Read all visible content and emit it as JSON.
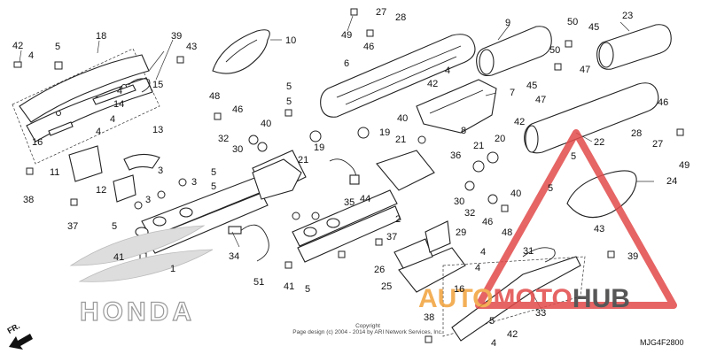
{
  "diagram": {
    "drawing_code": "MJG4F2800",
    "copyright_line1": "Copyright",
    "copyright_line2": "Page design (c) 2004 - 2014 by ARI Network Services, Inc.",
    "direction": "FR.",
    "brand_logo": "HONDA",
    "watermark": {
      "part1": "AUTO",
      "part2": "MOTO",
      "part3": "HUB",
      "color_red": "#e24a4a",
      "color_orange": "#f2a23a",
      "color_dark": "#3a3a3a"
    },
    "callouts": [
      {
        "id": "c-42a",
        "text": "42"
      },
      {
        "id": "c-4a",
        "text": "4"
      },
      {
        "id": "c-5a",
        "text": "5"
      },
      {
        "id": "c-18",
        "text": "18"
      },
      {
        "id": "c-39a",
        "text": "39"
      },
      {
        "id": "c-43a",
        "text": "43"
      },
      {
        "id": "c-10",
        "text": "10"
      },
      {
        "id": "c-49a",
        "text": "49"
      },
      {
        "id": "c-27a",
        "text": "27"
      },
      {
        "id": "c-28a",
        "text": "28"
      },
      {
        "id": "c-46a",
        "text": "46"
      },
      {
        "id": "c-9",
        "text": "9"
      },
      {
        "id": "c-50a",
        "text": "50"
      },
      {
        "id": "c-45a",
        "text": "45"
      },
      {
        "id": "c-23",
        "text": "23"
      },
      {
        "id": "c-50b",
        "text": "50"
      },
      {
        "id": "c-47a",
        "text": "47"
      },
      {
        "id": "c-6",
        "text": "6"
      },
      {
        "id": "c-15",
        "text": "15"
      },
      {
        "id": "c-14",
        "text": "14"
      },
      {
        "id": "c-4b",
        "text": "4"
      },
      {
        "id": "c-4c",
        "text": "4"
      },
      {
        "id": "c-16",
        "text": "16"
      },
      {
        "id": "c-4d",
        "text": "4"
      },
      {
        "id": "c-48a",
        "text": "48"
      },
      {
        "id": "c-46b",
        "text": "46"
      },
      {
        "id": "c-5b",
        "text": "5"
      },
      {
        "id": "c-5c",
        "text": "5"
      },
      {
        "id": "c-4e",
        "text": "4"
      },
      {
        "id": "c-42b",
        "text": "42"
      },
      {
        "id": "c-7",
        "text": "7"
      },
      {
        "id": "c-45b",
        "text": "45"
      },
      {
        "id": "c-47b",
        "text": "47"
      },
      {
        "id": "c-13",
        "text": "13"
      },
      {
        "id": "c-40a",
        "text": "40"
      },
      {
        "id": "c-40b",
        "text": "40"
      },
      {
        "id": "c-32a",
        "text": "32"
      },
      {
        "id": "c-30a",
        "text": "30"
      },
      {
        "id": "c-19a",
        "text": "19"
      },
      {
        "id": "c-19b",
        "text": "19"
      },
      {
        "id": "c-21a",
        "text": "21"
      },
      {
        "id": "c-21b",
        "text": "21"
      },
      {
        "id": "c-42c",
        "text": "42"
      },
      {
        "id": "c-8",
        "text": "8"
      },
      {
        "id": "c-20",
        "text": "20"
      },
      {
        "id": "c-22",
        "text": "22"
      },
      {
        "id": "c-28b",
        "text": "28"
      },
      {
        "id": "c-27b",
        "text": "27"
      },
      {
        "id": "c-46c",
        "text": "46"
      },
      {
        "id": "c-49b",
        "text": "49"
      },
      {
        "id": "c-11",
        "text": "11"
      },
      {
        "id": "c-3a",
        "text": "3"
      },
      {
        "id": "c-3b",
        "text": "3"
      },
      {
        "id": "c-3c",
        "text": "3"
      },
      {
        "id": "c-5d",
        "text": "5"
      },
      {
        "id": "c-5e",
        "text": "5"
      },
      {
        "id": "c-36",
        "text": "36"
      },
      {
        "id": "c-21c",
        "text": "21"
      },
      {
        "id": "c-5f",
        "text": "5"
      },
      {
        "id": "c-24",
        "text": "24"
      },
      {
        "id": "c-38a",
        "text": "38"
      },
      {
        "id": "c-12",
        "text": "12"
      },
      {
        "id": "c-37a",
        "text": "37"
      },
      {
        "id": "c-5g",
        "text": "5"
      },
      {
        "id": "c-34",
        "text": "34"
      },
      {
        "id": "c-41a",
        "text": "41"
      },
      {
        "id": "c-1",
        "text": "1"
      },
      {
        "id": "c-35",
        "text": "35"
      },
      {
        "id": "c-44",
        "text": "44"
      },
      {
        "id": "c-2",
        "text": "2"
      },
      {
        "id": "c-30b",
        "text": "30"
      },
      {
        "id": "c-32b",
        "text": "32"
      },
      {
        "id": "c-46d",
        "text": "46"
      },
      {
        "id": "c-40c",
        "text": "40"
      },
      {
        "id": "c-48b",
        "text": "48"
      },
      {
        "id": "c-43b",
        "text": "43"
      },
      {
        "id": "c-39b",
        "text": "39"
      },
      {
        "id": "c-5h",
        "text": "5"
      },
      {
        "id": "c-51",
        "text": "51"
      },
      {
        "id": "c-41b",
        "text": "41"
      },
      {
        "id": "c-5i",
        "text": "5"
      },
      {
        "id": "c-37b",
        "text": "37"
      },
      {
        "id": "c-29",
        "text": "29"
      },
      {
        "id": "c-26",
        "text": "26"
      },
      {
        "id": "c-25",
        "text": "25"
      },
      {
        "id": "c-4f",
        "text": "4"
      },
      {
        "id": "c-31",
        "text": "31"
      },
      {
        "id": "c-16b",
        "text": "16"
      },
      {
        "id": "c-4g",
        "text": "4"
      },
      {
        "id": "c-33",
        "text": "33"
      },
      {
        "id": "c-38b",
        "text": "38"
      },
      {
        "id": "c-5j",
        "text": "5"
      },
      {
        "id": "c-42d",
        "text": "42"
      },
      {
        "id": "c-4h",
        "text": "4"
      }
    ]
  }
}
